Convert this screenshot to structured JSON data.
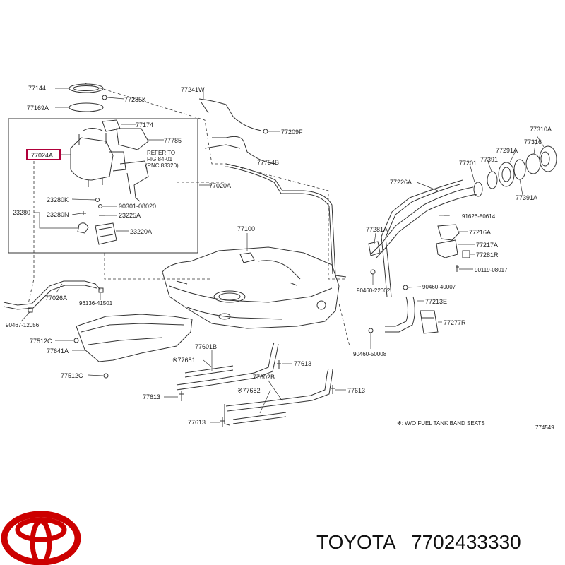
{
  "labels": {
    "l77144": "77144",
    "l77285K": "77285K",
    "l77169A": "77169A",
    "l77241W": "77241W",
    "l77174": "77174",
    "l77209F": "77209F",
    "l77785": "77785",
    "l77024A": "77024A",
    "refer1": "REFER TO",
    "refer2": "FIG 84-01",
    "refer3": "(PNC 83320)",
    "l77754B": "77754B",
    "l77020A": "77020A",
    "l77310A": "77310A",
    "l77316": "77316",
    "l77291A": "77291A",
    "l77201": "77201",
    "l77391": "77391",
    "l77391A": "77391A",
    "l77226A": "77226A",
    "l23280K": "23280K",
    "l90301": "90301-08020",
    "l23280": "23280",
    "l23280N": "23280N",
    "l23225A": "23225A",
    "l23220A": "23220A",
    "l77100": "77100",
    "l91626": "91626-80614",
    "l77281A": "77281A",
    "l77216A": "77216A",
    "l77217A": "77217A",
    "l77281R": "77281R",
    "l90119": "90119-08017",
    "l77026A": "77026A",
    "l96136": "96136-41501",
    "l90460_22002": "90460-22002",
    "l90460_40007": "90460-40007",
    "l77213E": "77213E",
    "l77277R": "77277R",
    "l90467": "90467-12056",
    "l77512C_a": "77512C",
    "l77641A": "77641A",
    "l77601B": "77601B",
    "l77681": "※77681",
    "l77613_a": "77613",
    "l90460_50008": "90460-50008",
    "l77512C_b": "77512C",
    "l77602B": "77602B",
    "l77682": "※77682",
    "l77613_b": "77613",
    "l77613_c": "77613",
    "l77613_d": "77613",
    "note": "※: W/O FUEL TANK BAND SEATS",
    "figcode": "774549"
  },
  "brand": {
    "name": "TOYOTA",
    "part_number": "7702433330",
    "logo_color": "#cc0000"
  },
  "highlight": {
    "part": "77024A",
    "color": "#b0003a"
  }
}
